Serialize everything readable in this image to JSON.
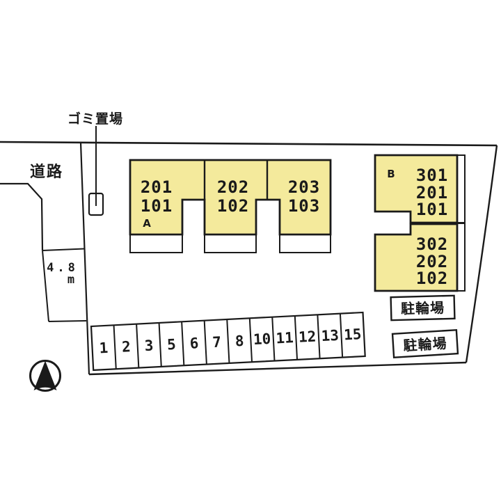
{
  "drawing": {
    "garbage": {
      "label": "ゴミ置場"
    },
    "road": {
      "label": "道路",
      "width_value": "4.8",
      "width_unit": "m"
    },
    "building_a": {
      "name": "A",
      "units": [
        {
          "upper": "201",
          "lower": "101"
        },
        {
          "upper": "202",
          "lower": "102"
        },
        {
          "upper": "203",
          "lower": "103"
        }
      ]
    },
    "building_b": {
      "name": "B",
      "upper_unit": [
        "301",
        "201",
        "101"
      ],
      "lower_unit": [
        "302",
        "202",
        "102"
      ]
    },
    "parking": {
      "stalls": [
        "1",
        "2",
        "3",
        "5",
        "6",
        "7",
        "8",
        "10",
        "11",
        "12",
        "13",
        "15"
      ]
    },
    "bike_parking": [
      {
        "label": "駐輪場"
      },
      {
        "label": "駐輪場"
      }
    ],
    "colors": {
      "unit_fill": "#F4EA9C",
      "line": "#1A1A1A",
      "background": "#FFFFFF"
    }
  }
}
